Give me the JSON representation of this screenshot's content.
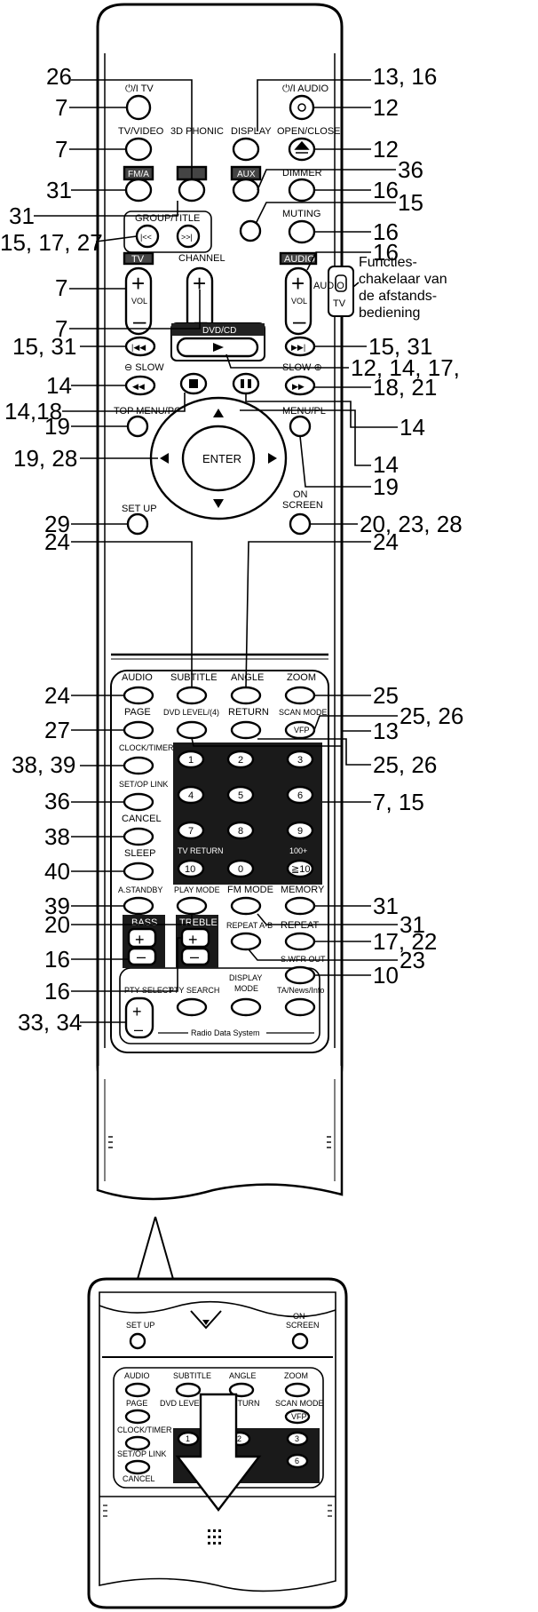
{
  "callouts": {
    "c26": "26",
    "c7a": "7",
    "c7b": "7",
    "c31a": "31",
    "c31b": "31",
    "c15_17_27": "15, 17, 27",
    "c7c": "7",
    "c7d": "7",
    "c15_31a": "15, 31",
    "c14a": "14",
    "c14_18": "14,18",
    "c19a": "19",
    "c19_28": "19, 28",
    "c29": "29",
    "c24a": "24",
    "c24b": "24",
    "c27": "27",
    "c38_39": "38, 39",
    "c36a": "36",
    "c38": "38",
    "c40": "40",
    "c39": "39",
    "c20": "20",
    "c16a": "16",
    "c16b": "16",
    "c33_34": "33, 34",
    "c13_16": "13, 16",
    "c12a": "12",
    "c12b": "12",
    "c36b": "36",
    "c16c": "16",
    "c15a": "15",
    "c16d": "16",
    "c16e": "16",
    "c15_31b": "15, 31",
    "c12_14_17": "12, 14, 17,",
    "c18_21": "18, 21",
    "c14b": "14",
    "c14c": "14",
    "c19b": "19",
    "c20_23_28": "20, 23, 28",
    "c24c": "24",
    "c25a": "25",
    "c25_26a": "25, 26",
    "c13": "13",
    "c25_26b": "25, 26",
    "c7_15": "7, 15",
    "c31c": "31",
    "c31d": "31",
    "c17_22": "17, 22",
    "c23": "23",
    "c10": "10"
  },
  "side_note": [
    "Functies-",
    "chakelaar van",
    "de afstands-",
    "bediening"
  ],
  "switch": {
    "audio": "AUDIO",
    "tv": "TV"
  },
  "labels": {
    "power_tv": "⏻/I TV",
    "power_audio": "⏻/I AUDIO",
    "tvvideo": "TV/VIDEO",
    "phonic": "3D PHONIC",
    "display": "DISPLAY",
    "openclose": "OPEN/CLOSE",
    "fm": "FM/A",
    "aux": "AUX",
    "dimmer": "DIMMER",
    "group": "GROUP/TITLE",
    "muting": "MUTING",
    "tv": "TV",
    "channel": "CHANNEL",
    "audio": "AUDIO",
    "vol": "VOL",
    "dvdcd": "DVD/CD",
    "slow_minus": "⊖ SLOW",
    "slow_plus": "SLOW ⊕",
    "topmenu": "TOP MENU/PG",
    "menupl": "MENU/PL",
    "enter": "ENTER",
    "setup": "SET UP",
    "onscreen1": "ON",
    "onscreen2": "SCREEN",
    "audio2": "AUDIO",
    "subtitle": "SUBTITLE",
    "angle": "ANGLE",
    "zoom": "ZOOM",
    "page": "PAGE",
    "dvdlevel": "DVD LEVEL/(4)",
    "return": "RETURN",
    "scanmode": "SCAN MODE",
    "vfp": "VFP",
    "clock": "CLOCK/TIMER",
    "setoplink": "SET/OP LINK",
    "cancel": "CANCEL",
    "sleep": "SLEEP",
    "tvreturn": "TV RETURN",
    "hundred": "100+",
    "astandby": "A.STANDBY",
    "playmode": "PLAY MODE",
    "fmmode": "FM MODE",
    "memory": "MEMORY",
    "bass": "BASS",
    "treble": "TREBLE",
    "repeatab": "REPEAT A-B",
    "repeat": "REPEAT",
    "swfr": "S.WFR OUT",
    "ptyselect": "PTY SELECT",
    "ptysearch": "PTY SEARCH",
    "dispmode1": "DISPLAY",
    "dispmode2": "MODE",
    "ta": "TA/News/Info",
    "rds": "Radio Data System",
    "k1": "1",
    "k2": "2",
    "k3": "3",
    "k4": "4",
    "k5": "5",
    "k6": "6",
    "k7": "7",
    "k8": "8",
    "k9": "9",
    "k10": "10",
    "k0": "0",
    "k10p": "≧10"
  },
  "inset": {
    "setup": "SET UP",
    "onscreen1": "ON",
    "onscreen2": "SCREEN",
    "audio": "AUDIO",
    "subtitle": "SUBTITLE",
    "angle": "ANGLE",
    "zoom": "ZOOM",
    "page": "PAGE",
    "dvdlevel": "DVD LEVEL/(4)",
    "return": "RETURN",
    "scanmode": "SCAN MODE",
    "vfp": "VFP",
    "clock": "CLOCK/TIMER",
    "setoplink": "SET/OP LINK",
    "cancel": "CANCEL",
    "k1": "1",
    "k2": "2",
    "k3": "3",
    "k6": "6"
  }
}
